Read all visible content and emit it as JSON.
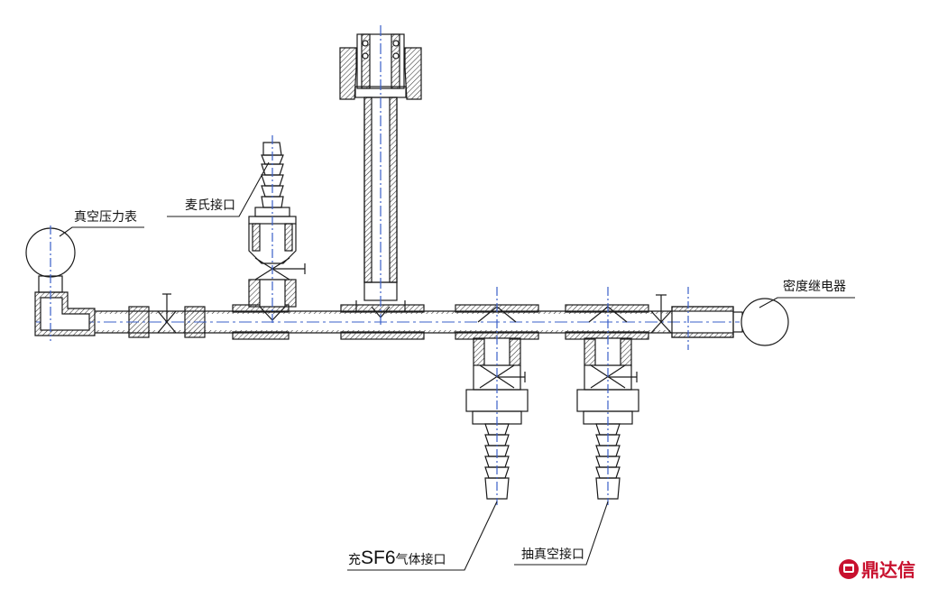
{
  "labels": {
    "vacuum_gauge": "真空压力表",
    "mcleod_port": "麦氏接口",
    "density_relay": "密度继电器",
    "sf6_prefix": "充",
    "sf6_main": "SF6",
    "sf6_suffix": "气体接口",
    "vacuum_port": "抽真空接口"
  },
  "watermark": {
    "brand_text": "鼎达信",
    "color": "#c8102e"
  },
  "colors": {
    "line": "#1a1a1a",
    "centerline": "#3a5fc8",
    "hatch": "#333333"
  }
}
